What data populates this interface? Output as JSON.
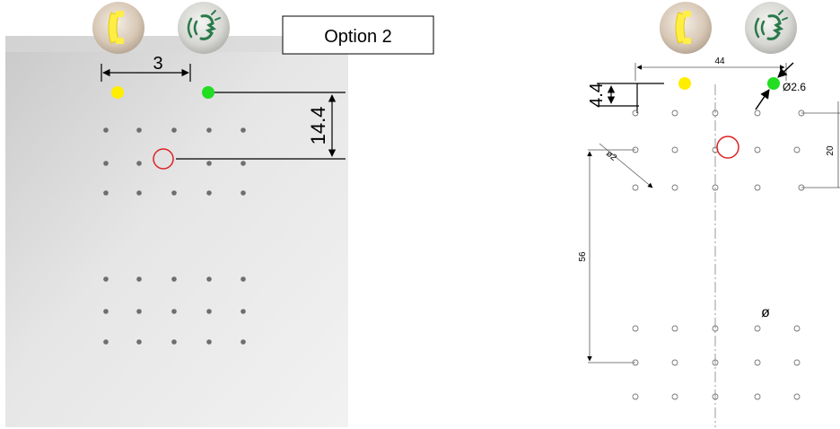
{
  "left_panel": {
    "option_label": "Option 2",
    "horizontal_dimension": "3",
    "vertical_dimension": "14.4",
    "icons": {
      "call": "phone-handset-icon",
      "voice": "speaking-head-icon"
    },
    "led_colors": {
      "call": "#ffee00",
      "voice": "#22dd22"
    },
    "marker_color": "#dd2222"
  },
  "right_panel": {
    "width_dimension": "44",
    "led_offset_dimension": "4.4",
    "led_diameter_dimension": "Ø2.6",
    "hole_diameter_dimension": "ø2",
    "row_spacing_dimension": "20",
    "group_spacing_dimension": "56",
    "diameter_symbol": "ø",
    "icons": {
      "call": "phone-handset-icon",
      "voice": "speaking-head-icon"
    }
  }
}
